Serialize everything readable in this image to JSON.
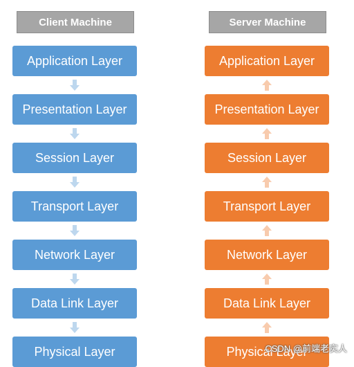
{
  "client": {
    "title": "Client Machine",
    "color": "#5b9bd5",
    "arrow_color": "#bdd7ee",
    "arrow_direction": "down",
    "layers": [
      "Application Layer",
      "Presentation Layer",
      "Session Layer",
      "Transport Layer",
      "Network Layer",
      "Data Link Layer",
      "Physical Layer"
    ]
  },
  "server": {
    "title": "Server Machine",
    "color": "#ed7d31",
    "arrow_color": "#f8cbad",
    "arrow_direction": "up",
    "layers": [
      "Application Layer",
      "Presentation Layer",
      "Session Layer",
      "Transport Layer",
      "Network Layer",
      "Data Link Layer",
      "Physical Layer"
    ]
  },
  "watermark": "CSDN @前端老实人"
}
